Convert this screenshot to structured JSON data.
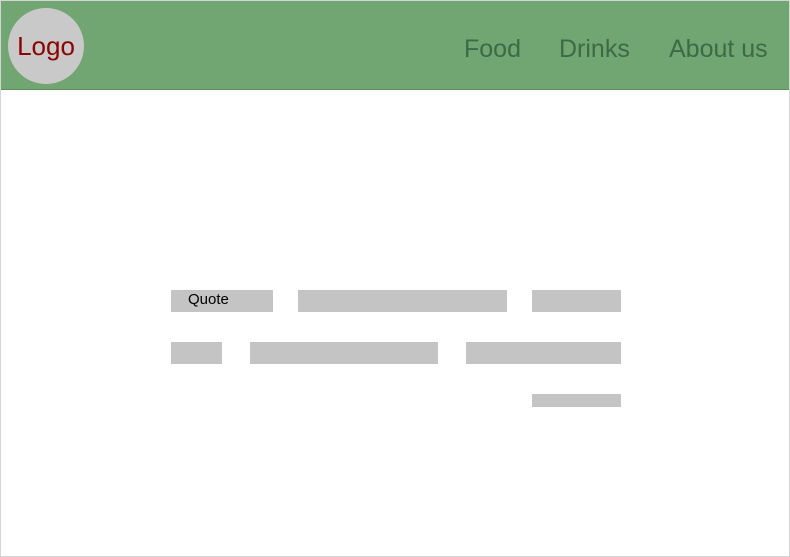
{
  "header": {
    "logo_text": "Logo",
    "nav": [
      "Food",
      "Drinks",
      "About us"
    ]
  },
  "content": {
    "quote_label": "Quote"
  },
  "colors": {
    "header_bg": "#71a571",
    "logo_bg": "#c9c9c9",
    "logo_text": "#8b0000",
    "nav_text": "#3d6a46",
    "placeholder": "#c4c4c4"
  }
}
